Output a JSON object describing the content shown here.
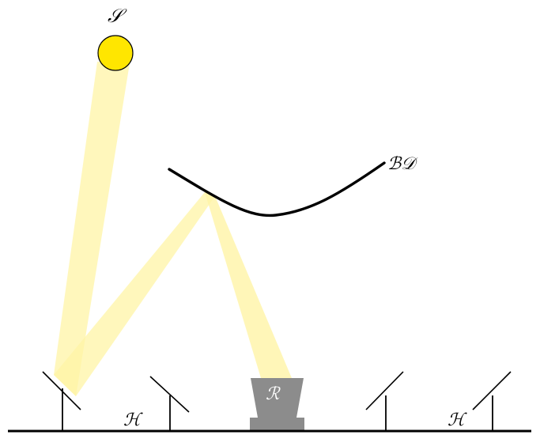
{
  "labels": {
    "sun": "𝒮",
    "beam_down": "ℬ𝒟",
    "receiver": "ℛ",
    "heliostat_left": "ℋ",
    "heliostat_right": "ℋ"
  },
  "colors": {
    "sun_fill": "#ffe600",
    "sun_stroke": "#000000",
    "beam": "#fff4a6",
    "receiver": "#8c8c8c",
    "line": "#000000",
    "background": "#ffffff"
  },
  "icons": {
    "sun": "sun-circle",
    "beam_down_reflector": "curved-mirror",
    "receiver": "funnel-receiver",
    "heliostat": "tilted-mirror-on-post"
  }
}
